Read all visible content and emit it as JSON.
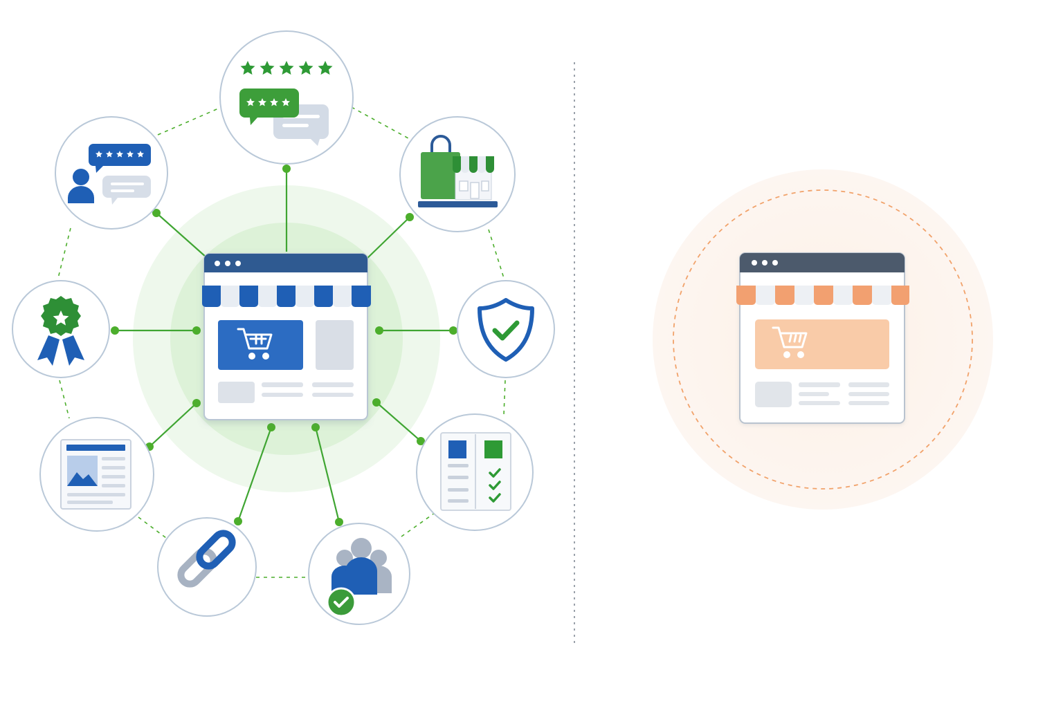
{
  "colors": {
    "brand_blue": "#1f5fb5",
    "navy": "#2f5a91",
    "green": "#3a9b3a",
    "green_dot": "#4cae2c",
    "circle_border": "#b9c8d8",
    "placeholder_gray": "#d9dee6",
    "orange": "#f2a070",
    "orange_light": "#f9cba8",
    "slate": "#4c5a6c"
  },
  "diagram": {
    "left_panel": {
      "hub": "storefront-connected",
      "nodes": [
        {
          "key": "star-reviews",
          "icon": "star-rating-chat-icon"
        },
        {
          "key": "customer-reviews",
          "icon": "user-review-icon"
        },
        {
          "key": "shop",
          "icon": "shopping-bag-store-icon"
        },
        {
          "key": "award",
          "icon": "award-ribbon-icon"
        },
        {
          "key": "security",
          "icon": "shield-check-icon"
        },
        {
          "key": "content",
          "icon": "article-image-icon"
        },
        {
          "key": "comparison",
          "icon": "comparison-checklist-icon"
        },
        {
          "key": "links",
          "icon": "chain-link-icon"
        },
        {
          "key": "community",
          "icon": "verified-community-icon"
        }
      ]
    },
    "right_panel": {
      "hub": "storefront-isolated"
    }
  }
}
